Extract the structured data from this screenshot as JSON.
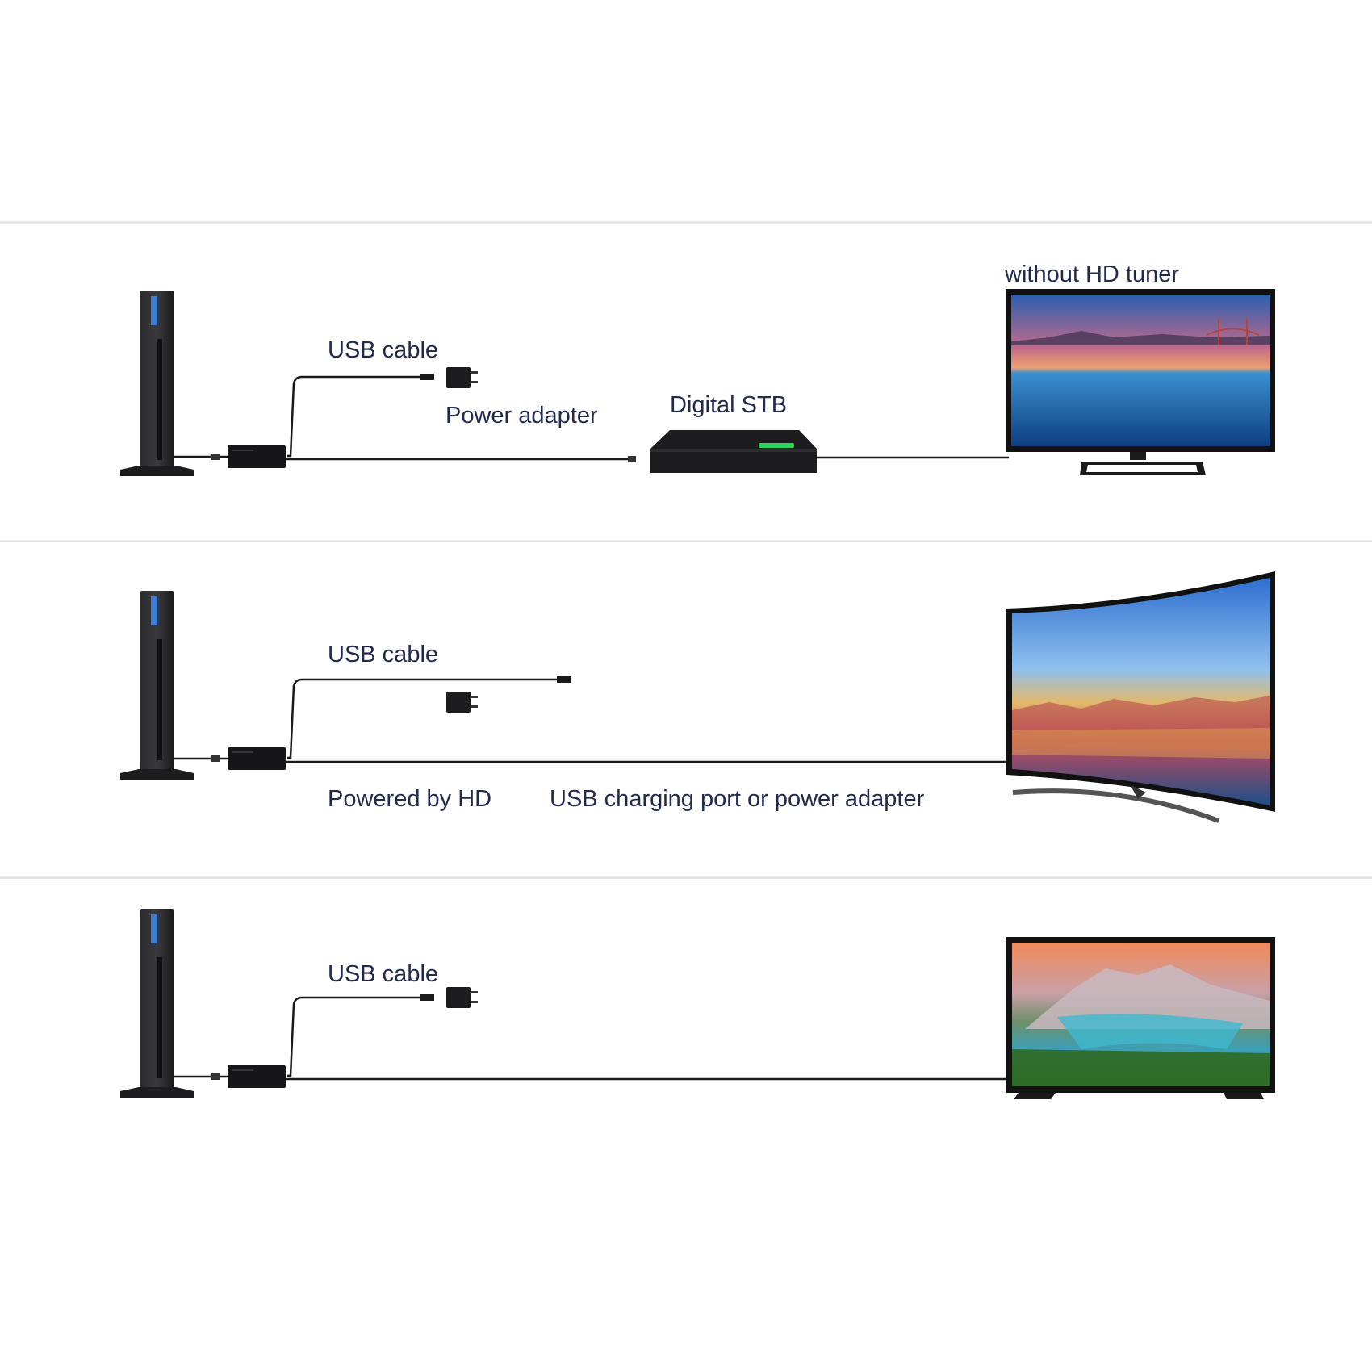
{
  "colors": {
    "label_text": "#1f2a4d",
    "divider": "#e6e6e8",
    "device_body": "#1d1d1f",
    "antenna_light": "#3d7fd6",
    "stb_led": "#2bd35a",
    "cable": "#1a1a1a"
  },
  "rows": [
    {
      "labels": {
        "usb_cable": "USB cable",
        "power_adapter": "Power adapter",
        "digital_stb": "Digital STB",
        "tv_caption": "without HD tuner"
      }
    },
    {
      "labels": {
        "usb_cable": "USB cable",
        "powered_by": "Powered by HD",
        "usb_port": "USB charging port or power adapter"
      }
    },
    {
      "labels": {
        "usb_cable": "USB cable"
      }
    }
  ]
}
